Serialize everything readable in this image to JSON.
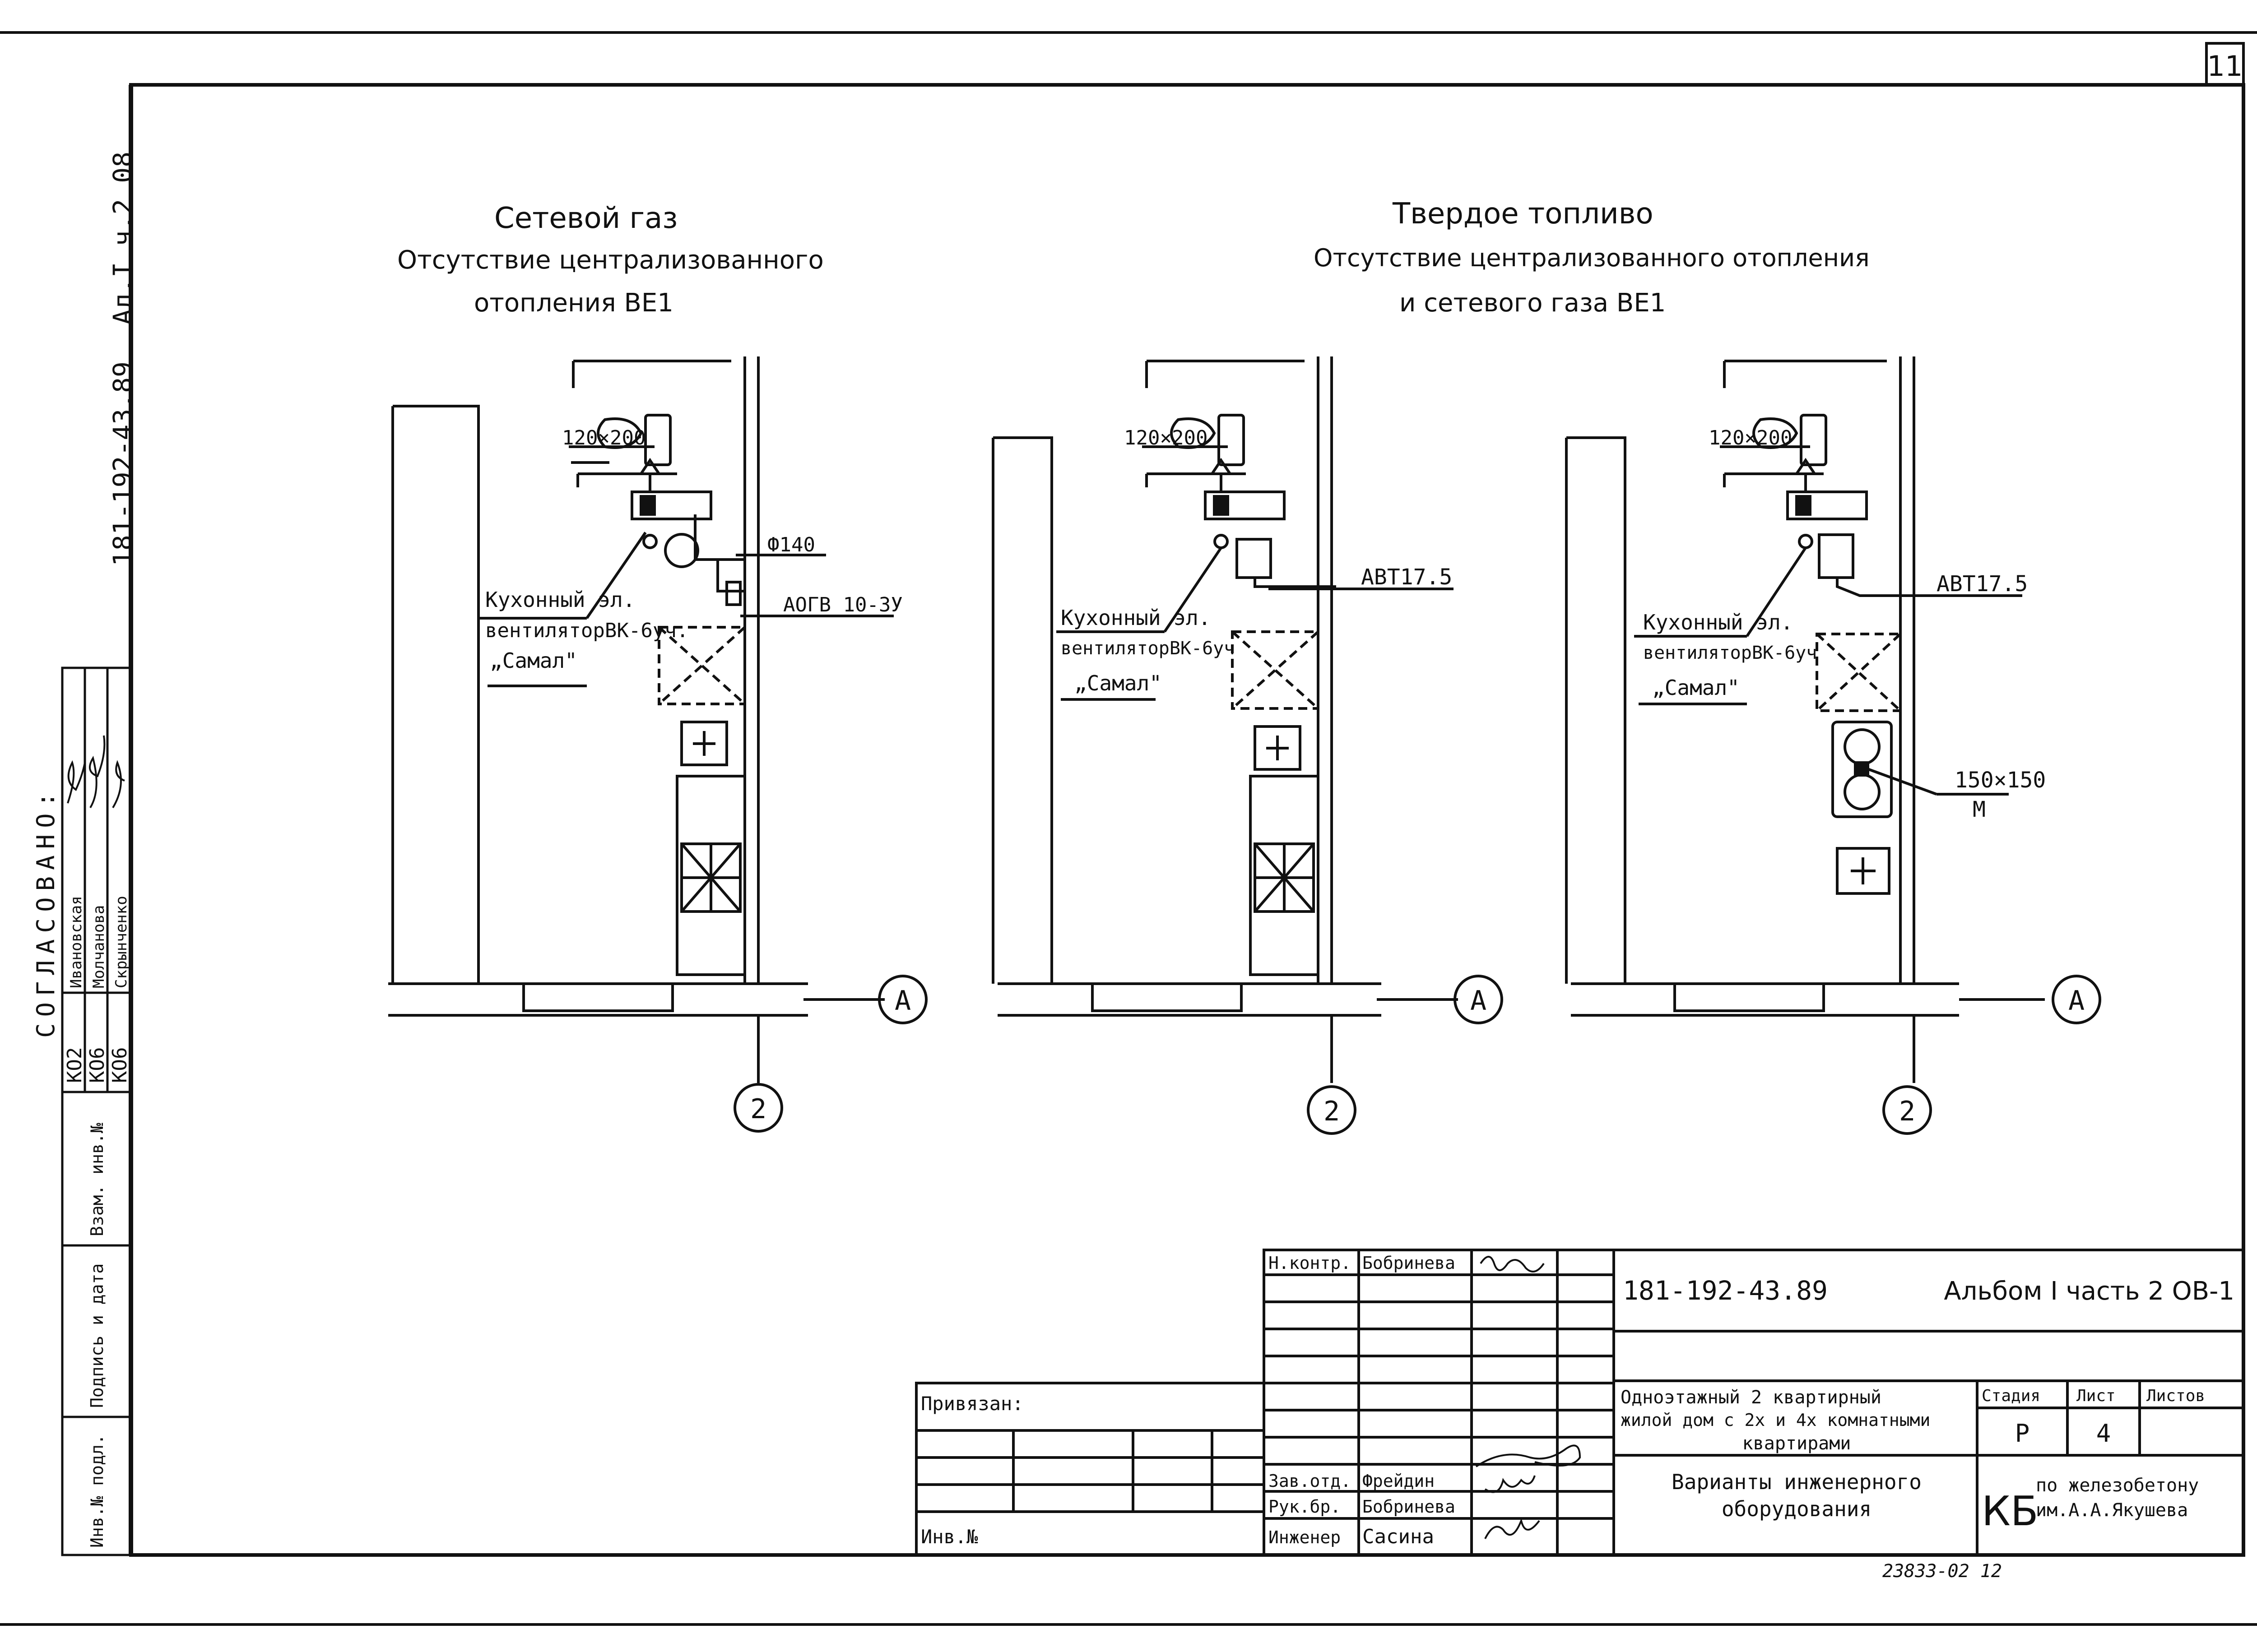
{
  "sheet": {
    "sheet_number": "11",
    "left_code": "181-192-43.89",
    "left_code_2": "Ал.I ч.2 08",
    "bottom_stamp": "23833-02  12"
  },
  "variants": [
    {
      "title_lines": [
        "Сетевой газ",
        "Отсутствие централизованного",
        "отопления  ВЕ1"
      ],
      "vent_size": "120×200",
      "labels": [
        "Ф140",
        "АОГВ 10-3У"
      ],
      "fan_lines": [
        "Кухонный эл.",
        "вентиляторВК-6уч.",
        "„Самал\""
      ],
      "axis_a": "А",
      "axis_2": "2"
    },
    {
      "title_lines": [
        "Твердое топливо",
        "Отсутствие централизованного отопления",
        "и сетевого газа  ВЕ1"
      ],
      "vent_size": "120×200",
      "labels": [
        "АВТ17.5"
      ],
      "fan_lines": [
        "Кухонный эл.",
        "вентиляторВК-6уч",
        "„Самал\""
      ],
      "axis_a": "А",
      "axis_2": "2"
    },
    {
      "title_lines": [],
      "vent_size": "120×200",
      "labels": [
        "АВТ17.5",
        "150×150",
        "М"
      ],
      "fan_lines": [
        "Кухонный эл.",
        "вентиляторВК-6уч",
        "„Самал\""
      ],
      "axis_a": "А",
      "axis_2": "2"
    }
  ],
  "approval": {
    "header": "СОГЛАСОВАНО:",
    "rows": [
      {
        "dept": "КО2",
        "name": "Ивановская"
      },
      {
        "dept": "КО6",
        "name": "Молчанова"
      },
      {
        "dept": "КО6",
        "name": "Скрынченко"
      }
    ],
    "strip": [
      "Взам. инв.№",
      "Подпись и дата",
      "Инв.№ подл."
    ]
  },
  "title_block": {
    "n_kontr_label": "Н.контр.",
    "n_kontr_name": "Бобринева",
    "zav_otd_label": "Зав.отд.",
    "zav_otd_name": "Фрейдин",
    "ruk_br_label": "Рук.бр.",
    "ruk_br_name": "Бобринева",
    "engineer_label": "Инженер",
    "engineer_name": "Сасина",
    "privyazan": "Привязан:",
    "inv_no": "Инв.№",
    "doc_code": "181-192-43.89",
    "album": "Альбом I часть 2  ОВ-1",
    "project_lines": [
      "Одноэтажный 2 квартирный",
      "жилой дом с 2х и 4х комнатными",
      "квартирами"
    ],
    "sheet_title_lines": [
      "Варианты инженерного",
      "оборудования"
    ],
    "stage_label": "Стадия",
    "sheet_label": "Лист",
    "sheets_label": "Листов",
    "stage": "Р",
    "sheet": "4",
    "org_code": "КБ",
    "org_lines": [
      "по железобетону",
      "им.А.А.Якушева"
    ]
  }
}
